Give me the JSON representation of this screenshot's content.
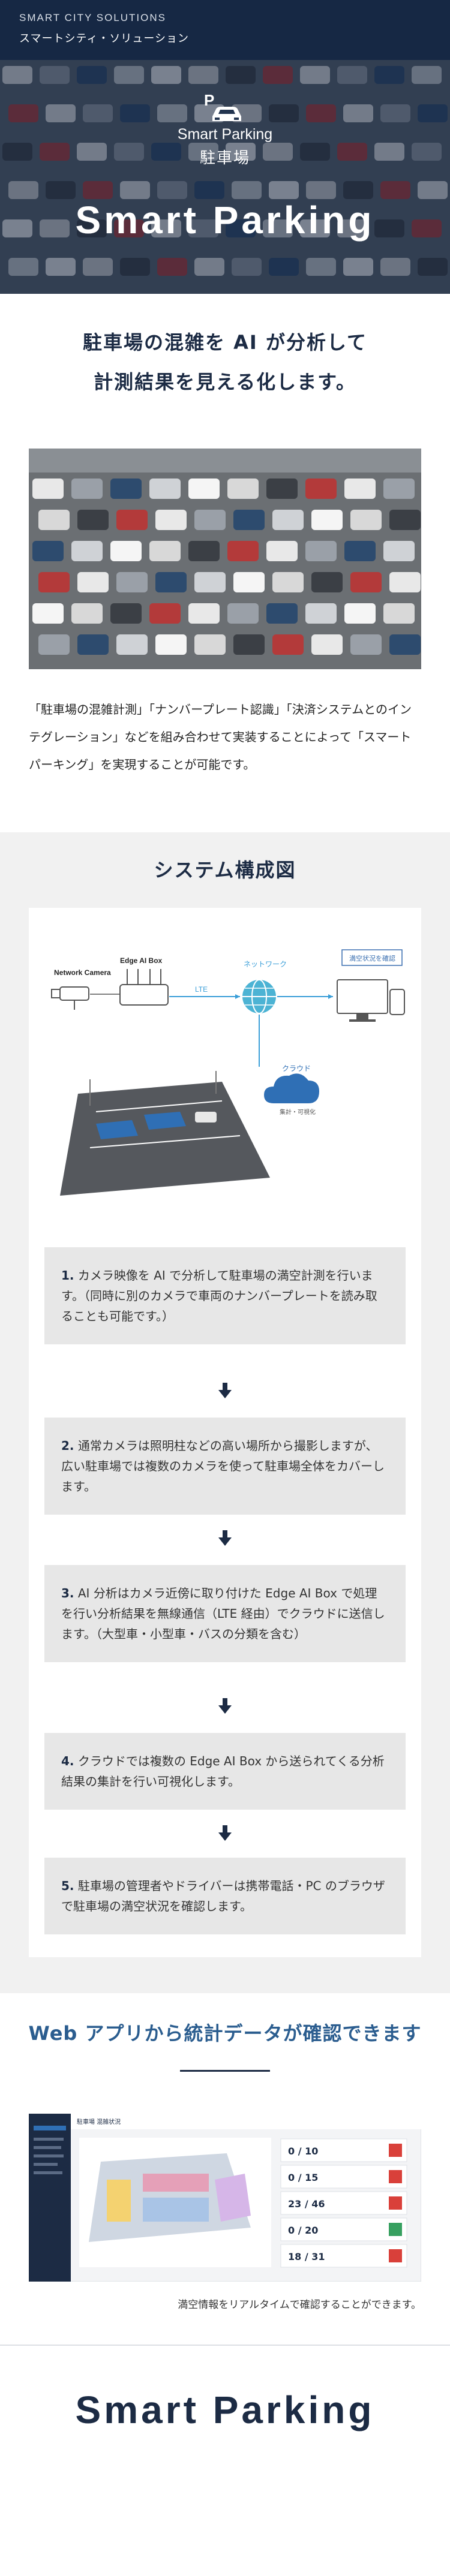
{
  "hero": {
    "top_label_en": "SMART CITY SOLUTIONS",
    "top_label_jp": "スマートシティ・ソリューション",
    "logo_sub_en": "Smart Parking",
    "logo_sub_jp": "駐車場",
    "title": "Smart Parking"
  },
  "intro": {
    "headline_line1": "駐車場の混雑を AI が分析して",
    "headline_line2": "計測結果を見える化します。",
    "body": "「駐車場の混雑計測」「ナンバープレート認識」「決済システムとのインテグレーション」などを組み合わせて実装することによって「スマートパーキング」を実現することが可能です。"
  },
  "system": {
    "title": "システム構成図",
    "diagram": {
      "network_camera": "Network Camera",
      "edge_ai_box": "Edge AI Box",
      "lte": "LTE",
      "network": "ネットワーク",
      "monitor_label": "満空状況を確認",
      "cloud": "クラウド",
      "cloud_sub": "集計・可視化"
    },
    "steps": [
      {
        "num": "1.",
        "text": "カメラ映像を AI で分析して駐車場の満空計測を行います。（同時に別のカメラで車両のナンバープレートを読み取ることも可能です。）"
      },
      {
        "num": "2.",
        "text": "通常カメラは照明柱などの高い場所から撮影しますが、広い駐車場では複数のカメラを使って駐車場全体をカバーします。"
      },
      {
        "num": "3.",
        "text": "AI 分析はカメラ近傍に取り付けた Edge AI Box で処理を行い分析結果を無線通信（LTE 経由）でクラウドに送信します。（大型車・小型車・バスの分類を含む）"
      },
      {
        "num": "4.",
        "text": "クラウドでは複数の Edge AI Box から送られてくる分析結果の集計を行い可視化します。"
      },
      {
        "num": "5.",
        "text": "駐車場の管理者やドライバーは携帯電話・PC のブラウザで駐車場の満空状況を確認します。"
      }
    ]
  },
  "webapp": {
    "title": "Web アプリから統計データが確認できます",
    "screen_title": "駐車場 混雑状況",
    "stats": [
      {
        "now": "0",
        "total": "10"
      },
      {
        "now": "0",
        "total": "15"
      },
      {
        "now": "23",
        "total": "46"
      },
      {
        "now": "0",
        "total": "20"
      },
      {
        "now": "18",
        "total": "31"
      }
    ],
    "caption": "満空情報をリアルタイムで確認することができます。"
  },
  "footer": {
    "brand": "Smart Parking"
  },
  "colors": {
    "navy": "#1c2b44",
    "accent_blue": "#2b5d8f",
    "step_bg": "#e7e7e7",
    "section_bg": "#f1f1f1"
  }
}
